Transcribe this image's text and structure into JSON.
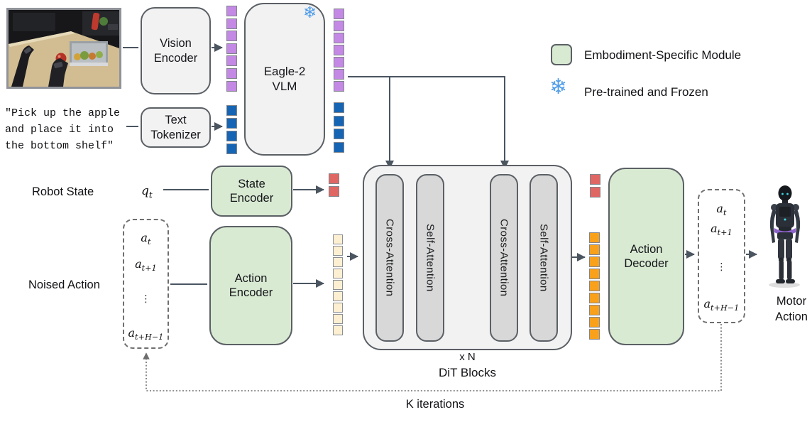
{
  "instruction": {
    "lines": [
      "\"Pick up the apple",
      "and place it into",
      "the bottom shelf\""
    ]
  },
  "modules": {
    "vision_encoder": {
      "lines": [
        "Vision",
        "Encoder"
      ]
    },
    "text_tokenizer": {
      "lines": [
        "Text",
        "Tokenizer"
      ]
    },
    "vlm": {
      "lines": [
        "Eagle-2",
        "VLM"
      ]
    },
    "state_encoder": {
      "lines": [
        "State",
        "Encoder"
      ]
    },
    "action_encoder": {
      "lines": [
        "Action",
        "Encoder"
      ]
    },
    "action_decoder": {
      "lines": [
        "Action",
        "Decoder"
      ]
    }
  },
  "dit": {
    "layers": [
      "Cross-Attention",
      "Self-Attention",
      "Cross-Attention",
      "Self-Attention"
    ],
    "repeat": "x N",
    "caption": "DiT Blocks"
  },
  "labels": {
    "robot_state": "Robot State",
    "noised_action": "Noised Action",
    "motor_action": {
      "lines": [
        "Motor",
        "Action"
      ]
    },
    "k_iterations": "K iterations"
  },
  "legend": {
    "embodiment_module": "Embodiment-Specific Module",
    "pretrained_frozen": "Pre-trained and Frozen"
  },
  "math": {
    "q_t": {
      "base": "q",
      "sub": "t"
    },
    "a_t": {
      "base": "a",
      "sub": "t"
    },
    "a_t1": {
      "base": "a",
      "sub": "t+1"
    },
    "vdots": "⋮",
    "a_tH": {
      "base": "a",
      "sub": "t+H−1"
    }
  },
  "icons": {
    "snowflake": "❄"
  },
  "tokens": {
    "vision_in": {
      "count": 7,
      "color": "purple"
    },
    "text_in": {
      "count": 4,
      "color": "blue"
    },
    "vision_out": {
      "count": 7,
      "color": "purple"
    },
    "text_out": {
      "count": 4,
      "color": "blue"
    },
    "state_dit_in": {
      "count": 2,
      "color": "red"
    },
    "action_dit_in": {
      "count": 9,
      "color": "cream"
    },
    "state_dit_out": {
      "count": 2,
      "color": "red"
    },
    "action_dit_out": {
      "count": 9,
      "color": "orange"
    }
  },
  "colors": {
    "purple": "#c489e4",
    "blue": "#1565b4",
    "red": "#e06664",
    "cream": "#fdf0d2",
    "orange": "#f9a11b",
    "module_green": "#d9ead3",
    "box_gray": "#f2f2f3",
    "pill_gray": "#d8d8d8",
    "line": "#4a5560",
    "snowflake": "#4f9ce8"
  }
}
